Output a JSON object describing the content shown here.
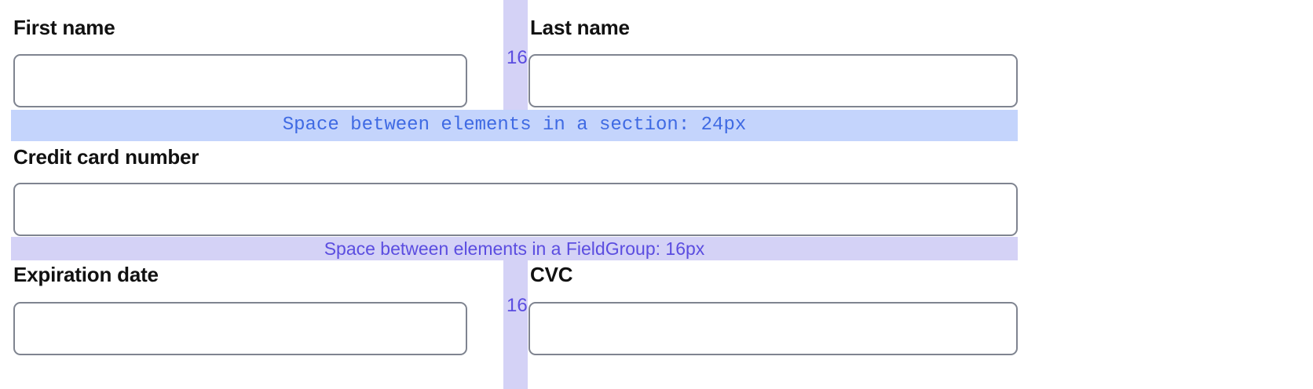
{
  "form": {
    "rows": [
      {
        "name": "name-row",
        "fields": [
          {
            "id": "first-name",
            "label": "First name",
            "value": "",
            "placeholder": ""
          },
          {
            "id": "last-name",
            "label": "Last name",
            "value": "",
            "placeholder": ""
          }
        ],
        "gap_label": "16"
      },
      {
        "name": "card-number-row",
        "fields": [
          {
            "id": "credit-card-number",
            "label": "Credit card number",
            "value": "",
            "placeholder": ""
          }
        ],
        "gap_label": ""
      },
      {
        "name": "expiry-cvc-row",
        "fields": [
          {
            "id": "expiration-date",
            "label": "Expiration date",
            "value": "",
            "placeholder": ""
          },
          {
            "id": "cvc",
            "label": "CVC",
            "value": "",
            "placeholder": ""
          }
        ],
        "gap_label": "16"
      }
    ]
  },
  "annotations": {
    "section_gap": {
      "text": "Space between elements in a section: 24px",
      "value": "24px",
      "band_color": "#c4d4fc",
      "text_color": "#3f6ae3"
    },
    "fieldgroup_gap": {
      "text": "Space between elements in a FieldGroup: 16px",
      "value": "16px",
      "band_color": "#d4d2f6",
      "text_color": "#5b4de0"
    },
    "column_gap": {
      "top_label": "16",
      "bottom_label": "16",
      "strip_color": "#d4d2f6",
      "text_color": "#5b4de0"
    }
  },
  "colors": {
    "page_background": "#ffffff",
    "input_border": "#7f8490",
    "label_text": "#111111"
  }
}
